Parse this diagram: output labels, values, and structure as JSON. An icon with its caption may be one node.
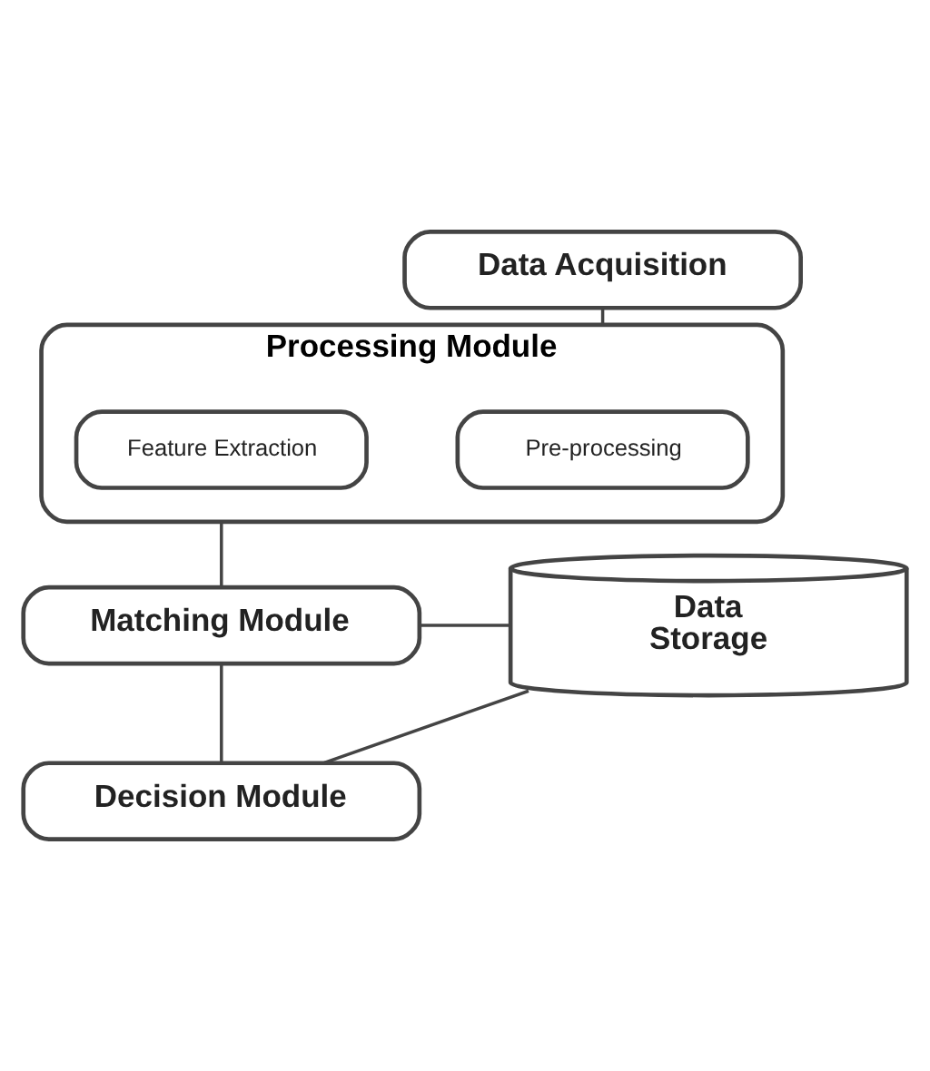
{
  "diagram": {
    "nodes": [
      {
        "text": [
          "Data Acquisition"
        ]
      },
      {
        "text": [
          "Processing Module"
        ]
      },
      {
        "text": [
          "Pre-processing"
        ],
        "in": 1
      },
      {
        "text": [
          "Feature Extraction"
        ],
        "in": 1
      },
      {
        "text": [
          "Matching Module"
        ]
      },
      {
        "text": [
          "Decision Module"
        ]
      },
      {
        "text": [
          "Data Storage"
        ]
      }
    ],
    "edges": [
      {
        "from": 0,
        "to": 1,
        "arrow": "none"
      },
      {
        "from": 1,
        "to": 4,
        "arrow": "none"
      },
      {
        "from": 4,
        "to": 5,
        "arrow": "none"
      },
      {
        "from": 4,
        "to": 6,
        "arrow": "none"
      },
      {
        "from": 5,
        "to": 6,
        "arrow": "none"
      }
    ]
  }
}
